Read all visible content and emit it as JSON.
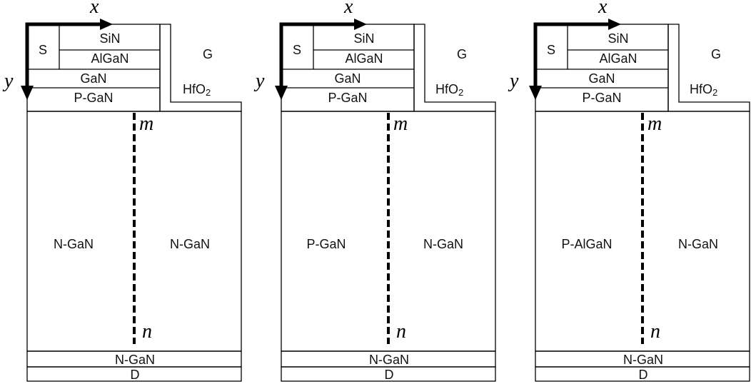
{
  "axes": {
    "x_label": "x",
    "y_label": "y"
  },
  "points": {
    "top": "m",
    "bottom": "n"
  },
  "layers": {
    "source": "S",
    "sin": "SiN",
    "algan": "AlGaN",
    "gan": "GaN",
    "pgan": "P-GaN",
    "gate": "G",
    "hfo2_base": "HfO",
    "hfo2_sub": "2",
    "buffer": "N-GaN",
    "drain": "D"
  },
  "panels": [
    {
      "left_region": "N-GaN",
      "right_region": "N-GaN"
    },
    {
      "left_region": "P-GaN",
      "right_region": "N-GaN"
    },
    {
      "left_region": "P-AlGaN",
      "right_region": "N-GaN"
    }
  ]
}
